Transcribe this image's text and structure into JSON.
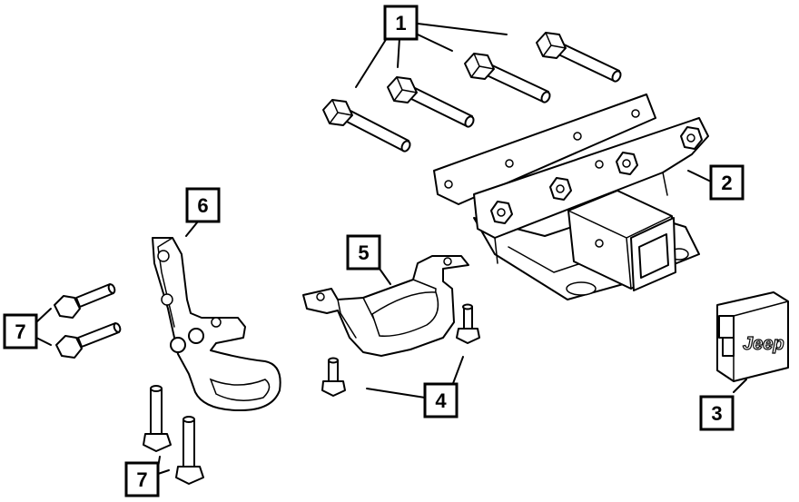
{
  "callouts": {
    "c1": "1",
    "c2": "2",
    "c3": "3",
    "c4": "4",
    "c5": "5",
    "c6": "6",
    "c7a": "7",
    "c7b": "7"
  },
  "plug_logo": "Jeep"
}
